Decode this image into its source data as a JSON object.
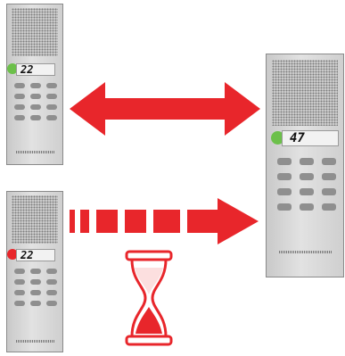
{
  "devices": {
    "top_left": {
      "reading": "22",
      "status_color": "#6cc04a"
    },
    "bottom_left": {
      "reading": "22",
      "status_color": "#e8262b"
    },
    "right": {
      "reading": "47",
      "status_color": "#6cc04a"
    }
  },
  "colors": {
    "arrow": "#e8262b",
    "hourglass": "#e8262b"
  },
  "icons": {
    "sync_arrow": "double-headed-arrow-icon",
    "delayed_arrow": "dashed-arrow-icon",
    "wait": "hourglass-icon"
  }
}
